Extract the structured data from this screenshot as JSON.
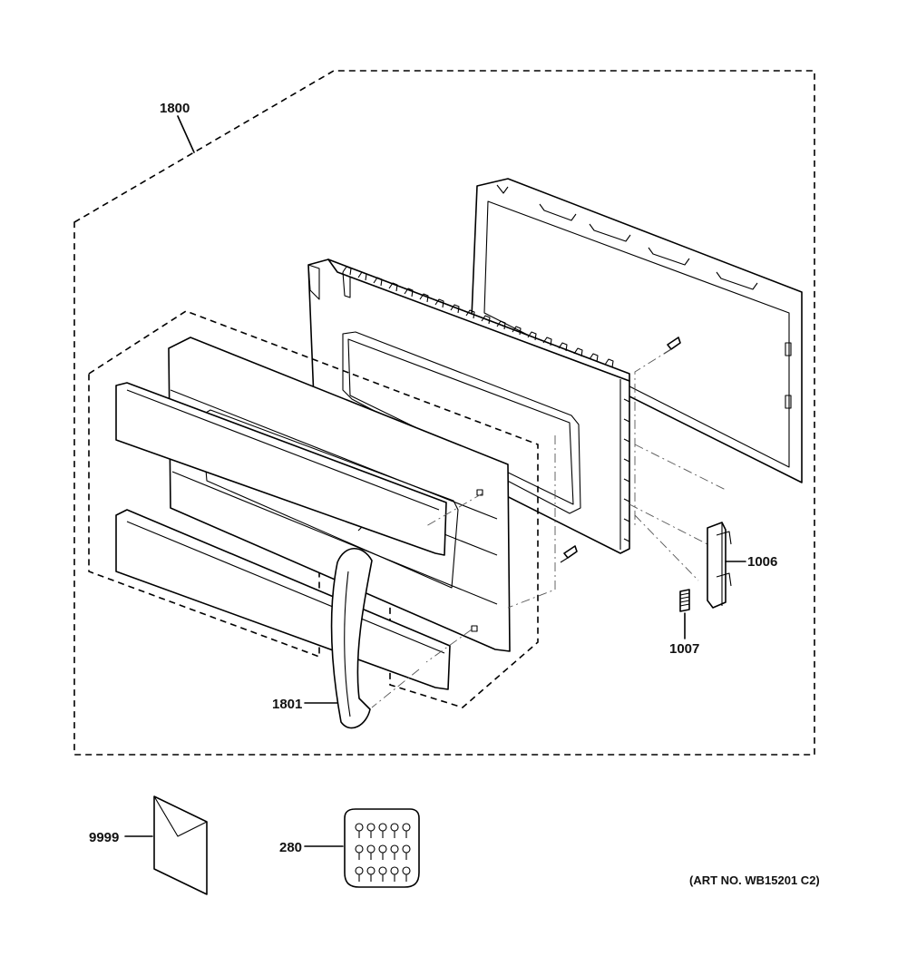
{
  "labels": {
    "assembly": "1800",
    "handle": "1801",
    "latch": "1006",
    "spring": "1007",
    "literature": "9999",
    "hardware_kit": "280"
  },
  "art_number": "(ART NO. WB15201 C2)"
}
